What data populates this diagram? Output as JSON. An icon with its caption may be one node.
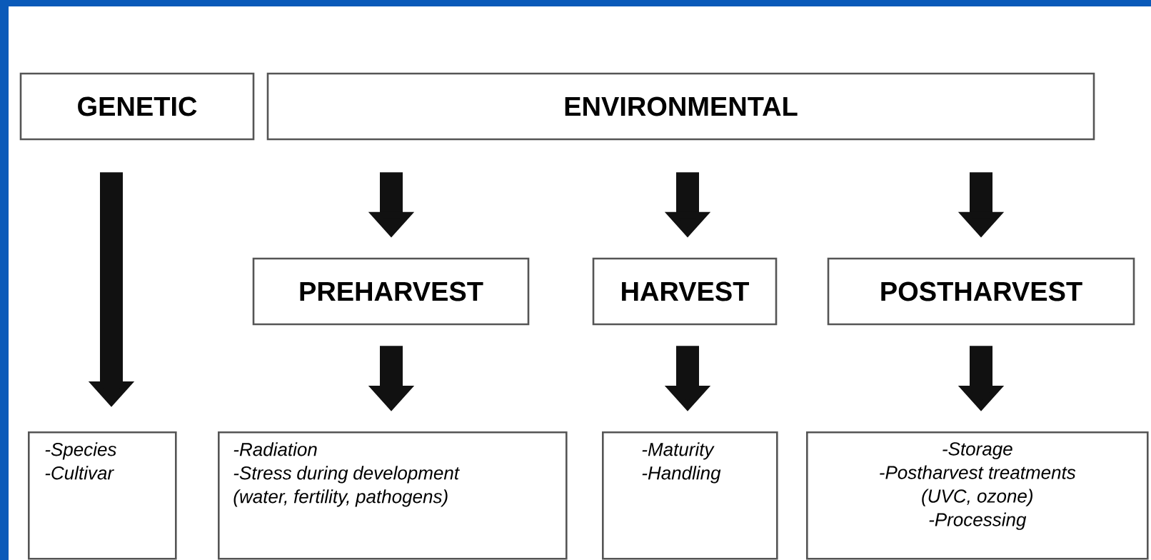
{
  "diagram": {
    "nodes": [
      {
        "text": [
          "GENETIC"
        ]
      },
      {
        "text": [
          "ENVIRONMENTAL"
        ]
      },
      {
        "text": [
          "PREHARVEST"
        ]
      },
      {
        "text": [
          "HARVEST"
        ]
      },
      {
        "text": [
          "POSTHARVEST"
        ]
      },
      {
        "text": [
          "-Species",
          "-Cultivar"
        ]
      },
      {
        "text": [
          "-Radiation",
          "-Stress during development (water, fertility, pathogens)"
        ]
      },
      {
        "text": [
          "-Maturity",
          "-Handling"
        ]
      },
      {
        "text": [
          "-Storage",
          "-Postharvest treatments (UVC, ozone)",
          "-Processing"
        ]
      }
    ],
    "edges": [
      {
        "from": 0,
        "to": 5,
        "arrow": "to"
      },
      {
        "from": 1,
        "to": 2,
        "arrow": "to"
      },
      {
        "from": 1,
        "to": 3,
        "arrow": "to"
      },
      {
        "from": 1,
        "to": 4,
        "arrow": "to"
      },
      {
        "from": 2,
        "to": 6,
        "arrow": "to"
      },
      {
        "from": 3,
        "to": 7,
        "arrow": "to"
      },
      {
        "from": 4,
        "to": 8,
        "arrow": "to"
      }
    ]
  }
}
